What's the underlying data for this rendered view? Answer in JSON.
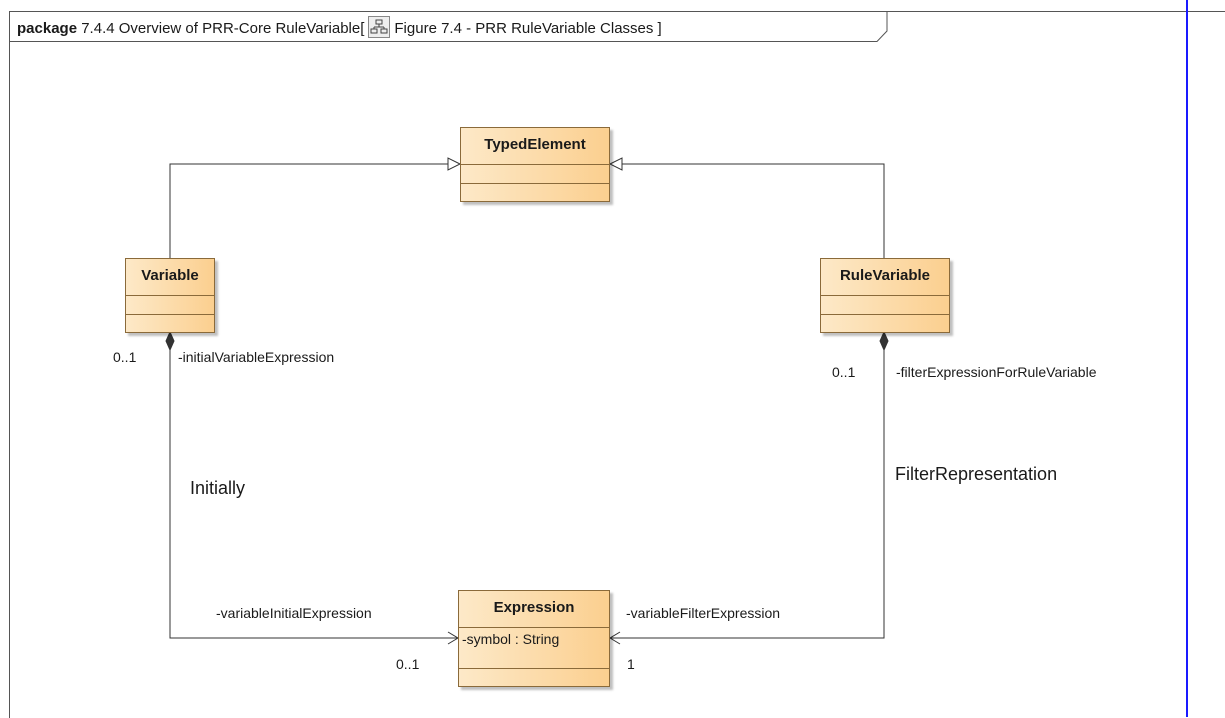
{
  "package": {
    "keyword": "package",
    "name": "7.4.4 Overview of PRR-Core RuleVariable[",
    "diagram_ref": "Figure 7.4 - PRR RuleVariable Classes ]"
  },
  "classes": {
    "typed_element": {
      "name": "TypedElement"
    },
    "variable": {
      "name": "Variable"
    },
    "rule_variable": {
      "name": "RuleVariable"
    },
    "expression": {
      "name": "Expression",
      "attribute": "-symbol : String"
    }
  },
  "associations": {
    "initially": {
      "name": "Initially",
      "source_role": "-initialVariableExpression",
      "source_multiplicity": "0..1",
      "target_role": "-variableInitialExpression",
      "target_multiplicity": "0..1"
    },
    "filter": {
      "name": "FilterRepresentation",
      "source_role": "-filterExpressionForRuleVariable",
      "source_multiplicity": "0..1",
      "target_role": "-variableFilterExpression",
      "target_multiplicity": "1"
    }
  },
  "colors": {
    "class_fill_light": "#fde9c8",
    "class_fill_dark": "#fbcf8f",
    "border": "#8a6a3a",
    "page_edge_line": "#1a1aff"
  }
}
